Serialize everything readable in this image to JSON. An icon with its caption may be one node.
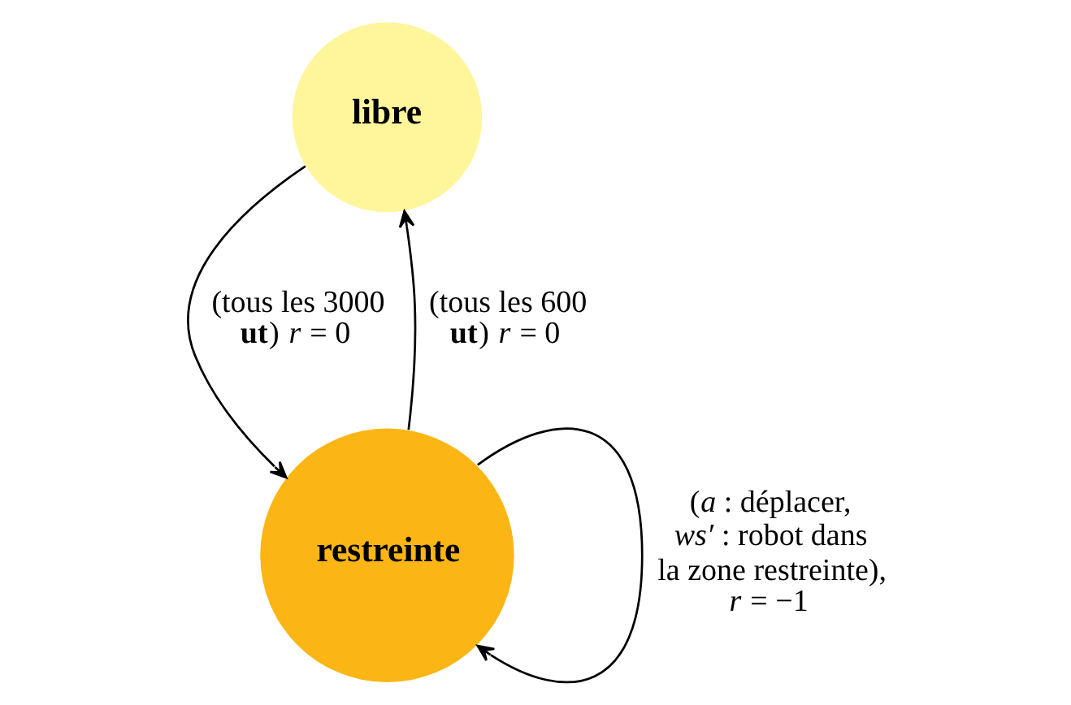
{
  "diagram": {
    "nodes": [
      {
        "text": [
          "libre"
        ]
      },
      {
        "text": [
          "restreinte"
        ]
      }
    ],
    "edges": [
      {
        "from": 1,
        "to": 0,
        "arrow": "to",
        "label": "(tous les 600 **ut**) *r* = 0"
      },
      {
        "from": 0,
        "to": 1,
        "arrow": "to",
        "label": "(tous les 3000 **ut**) *r* = 0"
      },
      {
        "from": 1,
        "to": 1,
        "arrow": "to",
        "label": "(*a* : déplacer, *ws′* : robot dans la zone restreinte), *r* = −1"
      }
    ]
  }
}
